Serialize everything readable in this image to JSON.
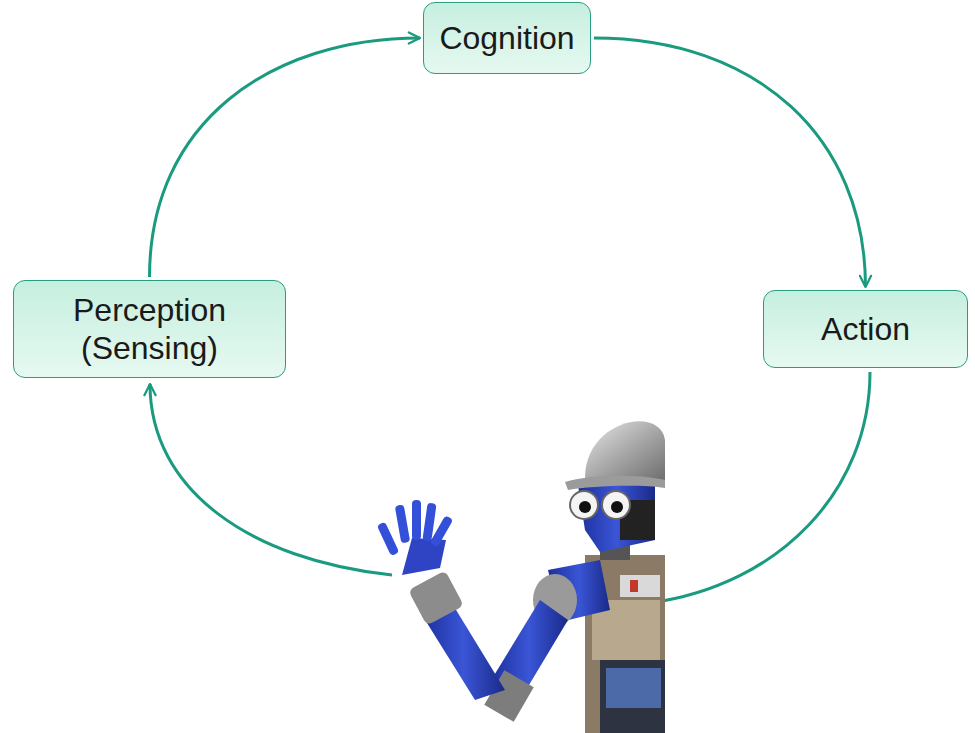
{
  "diagram": {
    "nodes": [
      {
        "text": [
          "Cognition"
        ]
      },
      {
        "text": [
          "Perception (Sensing)"
        ]
      },
      {
        "text": [
          "Action"
        ]
      }
    ],
    "edges": [
      {
        "from": 1,
        "to": 0,
        "arrow": "to"
      },
      {
        "from": 0,
        "to": 2,
        "arrow": "to"
      }
    ]
  }
}
